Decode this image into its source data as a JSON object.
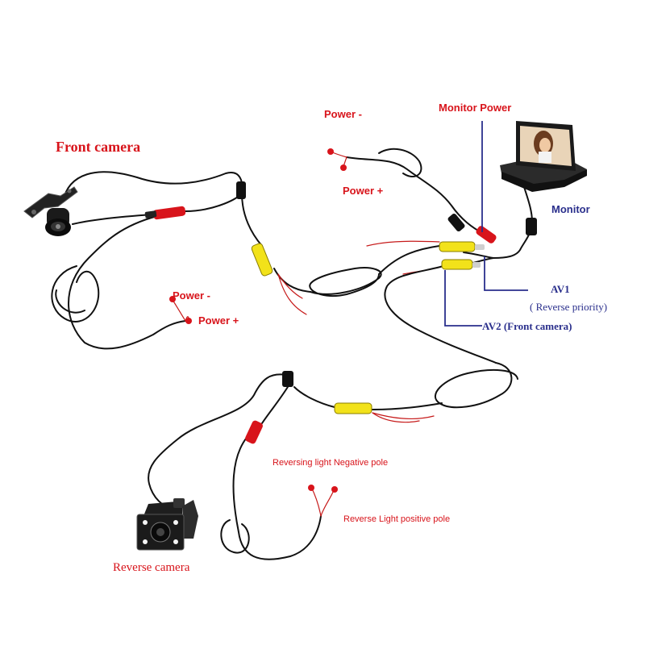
{
  "colors": {
    "label_red": "#d8141b",
    "label_blue": "#2a2f8c",
    "cable": "#111111",
    "rca_yellow": "#f2e21a",
    "rca_red": "#d8141b"
  },
  "labels": {
    "front_camera": "Front camera",
    "power_minus_top": "Power -",
    "power_plus_top": "Power +",
    "monitor_power": "Monitor Power",
    "monitor": "Monitor",
    "power_minus_mid": "Power -",
    "power_plus_mid": "Power +",
    "av1": "AV1",
    "av1_note": "( Reverse priority)",
    "av2": "AV2 (Front camera)",
    "reversing_light_negative": "Reversing light Negative pole",
    "reverse_light_positive": "Reverse Light positive pole",
    "reverse_camera": "Reverse camera"
  }
}
